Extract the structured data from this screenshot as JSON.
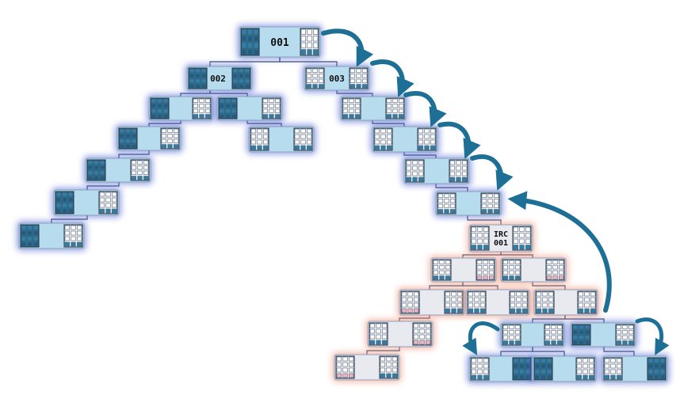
{
  "labels": {
    "root": "001",
    "left_child": "002",
    "right_child": "003",
    "irc_line1": "IRC",
    "irc_line2": "001"
  },
  "colors": {
    "blue_glow": "#4a5fd0",
    "blue_node": "#b7dced",
    "red_glow": "#f08868",
    "red_node": "#e9eaf0",
    "disk_dark": "#226a8f",
    "disk_light": "#eef0f4",
    "disk_pink": "#f2b3bf",
    "arrow": "#1d6f96",
    "connector": "#3b4e7a"
  },
  "icons": [
    "disk-array-icon",
    "curved-arrow-icon"
  ]
}
